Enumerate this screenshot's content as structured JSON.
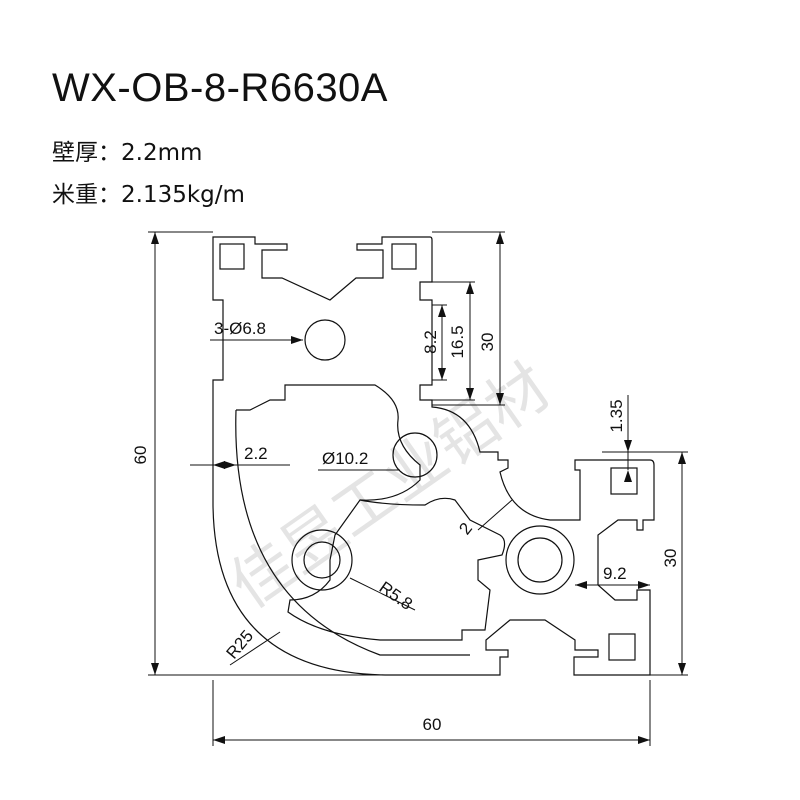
{
  "title": "WX-OB-8-R6630A",
  "specs": {
    "wall_thickness": "壁厚：2.2mm",
    "weight_per_meter": "米重：2.135kg/m"
  },
  "dimensions": {
    "overall_height": "60",
    "overall_width": "60",
    "right_arm_height": "30",
    "slot_pitch_30": "30",
    "slot_width_16_5": "16.5",
    "slot_opening_8_2": "8.2",
    "lip_1_35": "1.35",
    "holes": "3-Ø6.8",
    "center_hole": "Ø10.2",
    "wall_2_2": "2.2",
    "web_2": "2",
    "slot_depth_9_2": "9.2",
    "radius_5_8": "R5.8",
    "outer_radius": "R25"
  },
  "watermark": "佳昱工业铝材"
}
